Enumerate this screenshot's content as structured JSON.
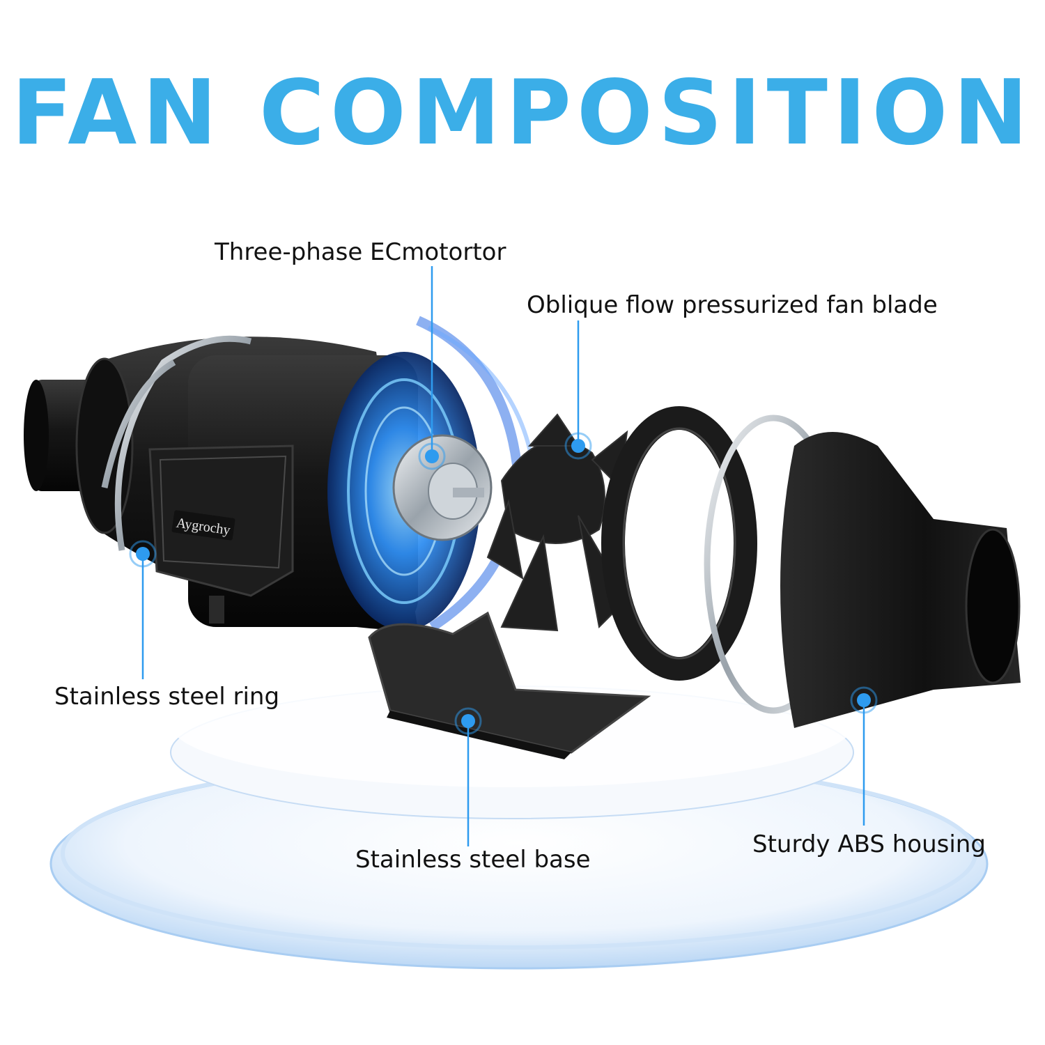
{
  "title": "FAN COMPOSITION",
  "brand": "Aygrochy",
  "labels": {
    "motor": "Three-phase ECmotortor",
    "blade": "Oblique flow pressurized fan blade",
    "ring": "Stainless steel ring",
    "base": "Stainless steel base",
    "housing": "Sturdy ABS housing"
  },
  "colors": {
    "title": "#3BAEE8",
    "accent": "#2E9BEF",
    "part": "#1c1c1c",
    "metal": "#b5bcc3",
    "platform": "#d6e8fa"
  }
}
